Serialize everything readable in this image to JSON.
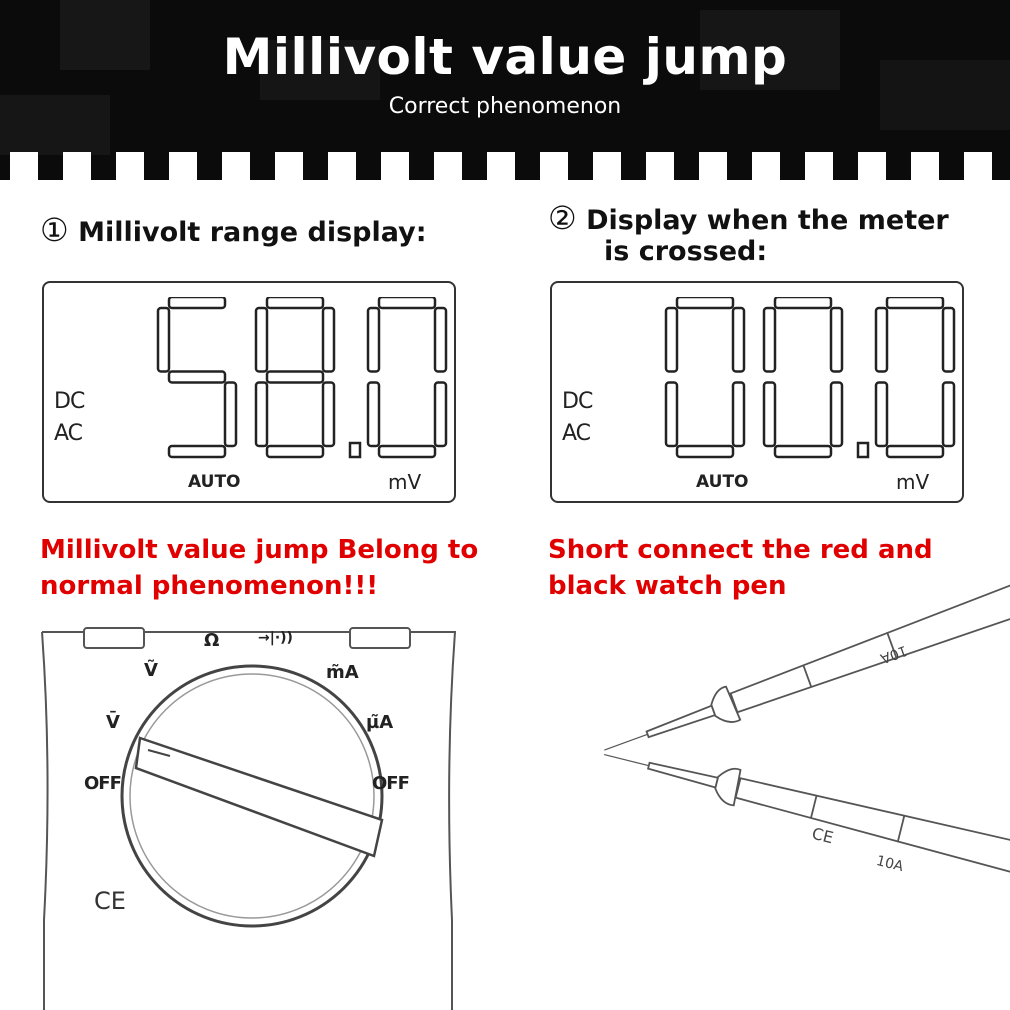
{
  "header": {
    "title": "Millivolt value jump",
    "subtitle": "Correct phenomenon"
  },
  "left": {
    "number": "①",
    "heading": "Millivolt range display:",
    "display": {
      "dc": "DC",
      "ac": "AC",
      "digits": "58.0",
      "auto": "AUTO",
      "unit": "mV"
    },
    "caption_line1": "Millivolt value jump Belong to",
    "caption_line2": "normal phenomenon!!!"
  },
  "right": {
    "number": "②",
    "heading_line1": "Display when the meter",
    "heading_line2": "is crossed:",
    "display": {
      "dc": "DC",
      "ac": "AC",
      "digits": "00.0",
      "auto": "AUTO",
      "unit": "mV"
    },
    "caption_line1": "Short connect the red and",
    "caption_line2": "black watch pen"
  },
  "dial": {
    "labels": {
      "ohm": "Ω",
      "diode": "→|·))",
      "ac_v": "Ṽ",
      "dc_v": "V̄",
      "ma": "m͂A",
      "ua": "µ͂A",
      "off_left": "OFF",
      "off_right": "OFF",
      "ce": "CE"
    }
  },
  "probes": {
    "upper_label": "10A",
    "lower_label": "10A",
    "ce": "CE"
  }
}
